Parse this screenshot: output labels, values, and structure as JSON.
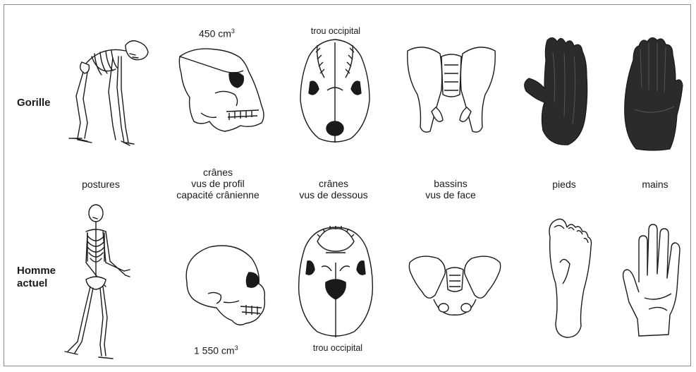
{
  "rows": {
    "gorilla": "Gorille",
    "human_line1": "Homme",
    "human_line2": "actuel"
  },
  "columns": {
    "postures": "postures",
    "skulls_profile_line1": "crânes",
    "skulls_profile_line2": "vus de profil",
    "skulls_profile_line3": "capacité crânienne",
    "skulls_below_line1": "crânes",
    "skulls_below_line2": "vus de dessous",
    "pelvis_line1": "bassins",
    "pelvis_line2": "vus de face",
    "feet": "pieds",
    "hands": "mains"
  },
  "annotations": {
    "gorilla_capacity_value": "450 cm",
    "gorilla_capacity_exp": "3",
    "human_capacity_value": "1 550 cm",
    "human_capacity_exp": "3",
    "foramen_top": "trou occipital",
    "foramen_bottom": "trou occipital"
  },
  "colors": {
    "ink": "#1a1a1a",
    "gorilla_extremity": "#2b2b2b"
  }
}
